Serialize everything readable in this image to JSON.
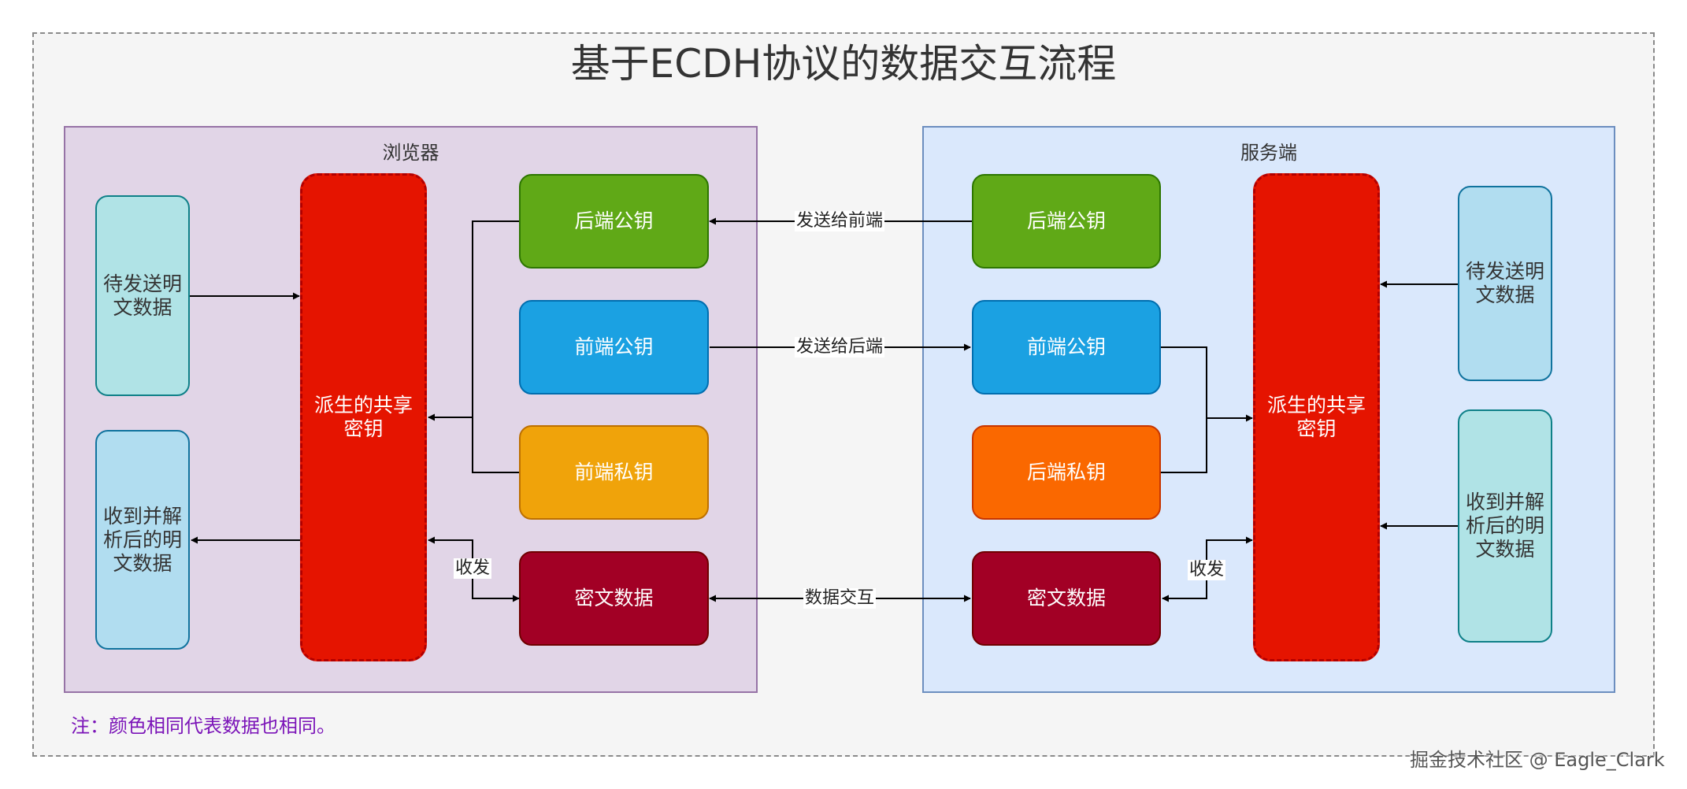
{
  "title": "基于ECDH协议的数据交互流程",
  "browser": {
    "title": "浏览器",
    "plaintext_to_send": "待发送明文数据",
    "received_parsed": "收到并解析后的明文数据",
    "shared_key": "派生的共享密钥",
    "backend_public_key": "后端公钥",
    "frontend_public_key": "前端公钥",
    "frontend_private_key": "前端私钥",
    "ciphertext": "密文数据",
    "send_receive": "收发"
  },
  "server": {
    "title": "服务端",
    "backend_public_key": "后端公钥",
    "frontend_public_key": "前端公钥",
    "backend_private_key": "后端私钥",
    "ciphertext": "密文数据",
    "shared_key": "派生的共享密钥",
    "plaintext_to_send": "待发送明文数据",
    "received_parsed": "收到并解析后的明文数据",
    "send_receive": "收发"
  },
  "edges": {
    "send_to_frontend": "发送给前端",
    "send_to_backend": "发送给后端",
    "data_exchange": "数据交互"
  },
  "note": "注：颜色相同代表数据也相同。",
  "watermark": "掘金技术社区 @ Eagle_Clark",
  "colors": {
    "green": "#60a917",
    "blue": "#1ba1e2",
    "amber": "#f0a30a",
    "orange": "#fa6800",
    "crimson": "#a20025",
    "red": "#e51400",
    "teal": "#b0e3e6",
    "light_blue": "#b1ddf0",
    "browser_panel": "#e1d5e7",
    "server_panel": "#dae8fc",
    "note": "#7b14b8"
  }
}
